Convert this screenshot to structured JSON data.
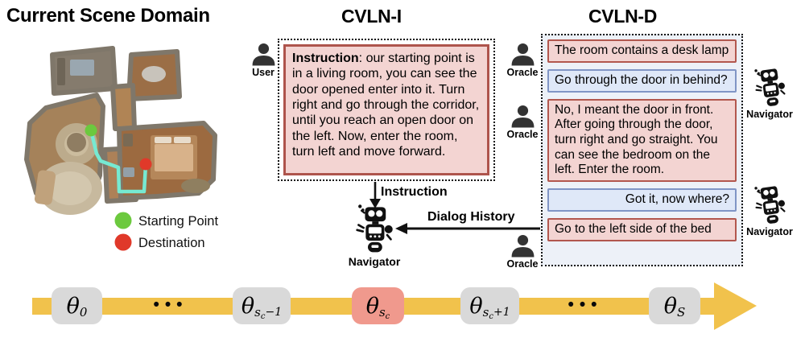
{
  "titles": {
    "scene": "Current Scene Domain",
    "cvln_i": "CVLN-I",
    "cvln_d": "CVLN-D"
  },
  "scene": {
    "legend": [
      {
        "label": "Starting Point",
        "color": "#6cc93e"
      },
      {
        "label": "Destination",
        "color": "#e0392a"
      }
    ]
  },
  "cvln_i": {
    "user_label": "User",
    "instruction_label": "Instruction",
    "instruction_text": ": our starting point is in a living room, you can see the door opened enter into it. Turn right and go through the corridor, until you reach an open door on the left. Now, enter the room, turn left and move forward.",
    "arrow_label": "Instruction",
    "navigator_label": "Navigator",
    "dialog_history_label": "Dialog History"
  },
  "cvln_d": {
    "oracle_label": "Oracle",
    "navigator_label": "Navigator",
    "messages": [
      {
        "speaker": "oracle",
        "text": "The room contains a desk lamp"
      },
      {
        "speaker": "navigator",
        "text": "Go through the door in behind?"
      },
      {
        "speaker": "oracle",
        "text": "No, I meant the door in front. After going through the door, turn right and go straight. You can see the bedroom on the left. Enter the room."
      },
      {
        "speaker": "navigator",
        "text": "Got it, now where?"
      },
      {
        "speaker": "oracle",
        "text": "Go to the left side of the bed"
      }
    ]
  },
  "timeline": {
    "nodes": [
      {
        "type": "theta",
        "base": "θ",
        "sub": "0",
        "variant": "gray"
      },
      {
        "type": "dots",
        "label": "•••"
      },
      {
        "type": "theta",
        "base": "θ",
        "sub": "s",
        "subsub": "c",
        "tail": "−1",
        "variant": "gray"
      },
      {
        "type": "theta",
        "base": "θ",
        "sub": "s",
        "subsub": "c",
        "variant": "highlight"
      },
      {
        "type": "theta",
        "base": "θ",
        "sub": "s",
        "subsub": "c",
        "tail": "+1",
        "variant": "gray"
      },
      {
        "type": "dots",
        "label": "•••"
      },
      {
        "type": "theta",
        "base": "θ",
        "sub": "S",
        "variant": "gray"
      }
    ]
  },
  "colors": {
    "oracle_bubble_bg": "#f3d4d2",
    "oracle_bubble_border": "#b2574e",
    "navigator_bubble_bg": "#dfe8f8",
    "navigator_bubble_border": "#8095c5",
    "timeline_band": "#f1c24c",
    "node_default": "#d9d9d9",
    "node_current": "#f0998d",
    "start_point": "#6cc93e",
    "destination": "#e0392a",
    "path": "#76e9d2"
  }
}
